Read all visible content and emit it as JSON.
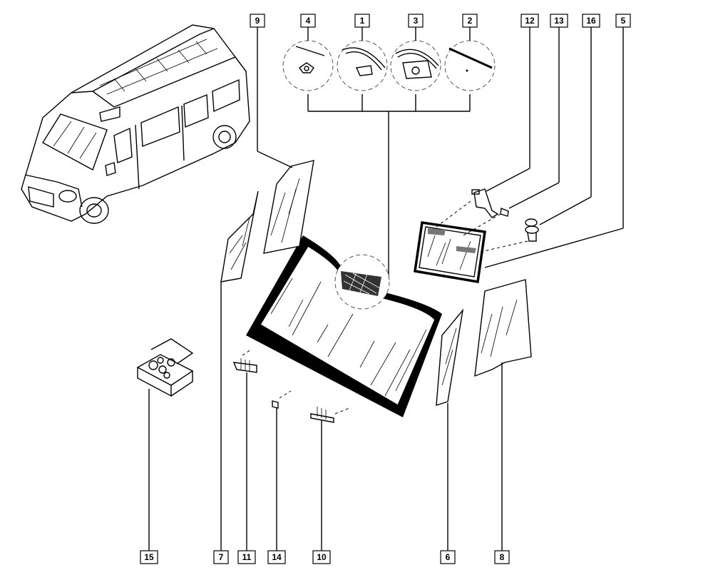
{
  "diagram": {
    "part_labels": [
      "9",
      "4",
      "1",
      "3",
      "2",
      "12",
      "13",
      "16",
      "5",
      "15",
      "7",
      "11",
      "14",
      "10",
      "6",
      "8"
    ]
  }
}
